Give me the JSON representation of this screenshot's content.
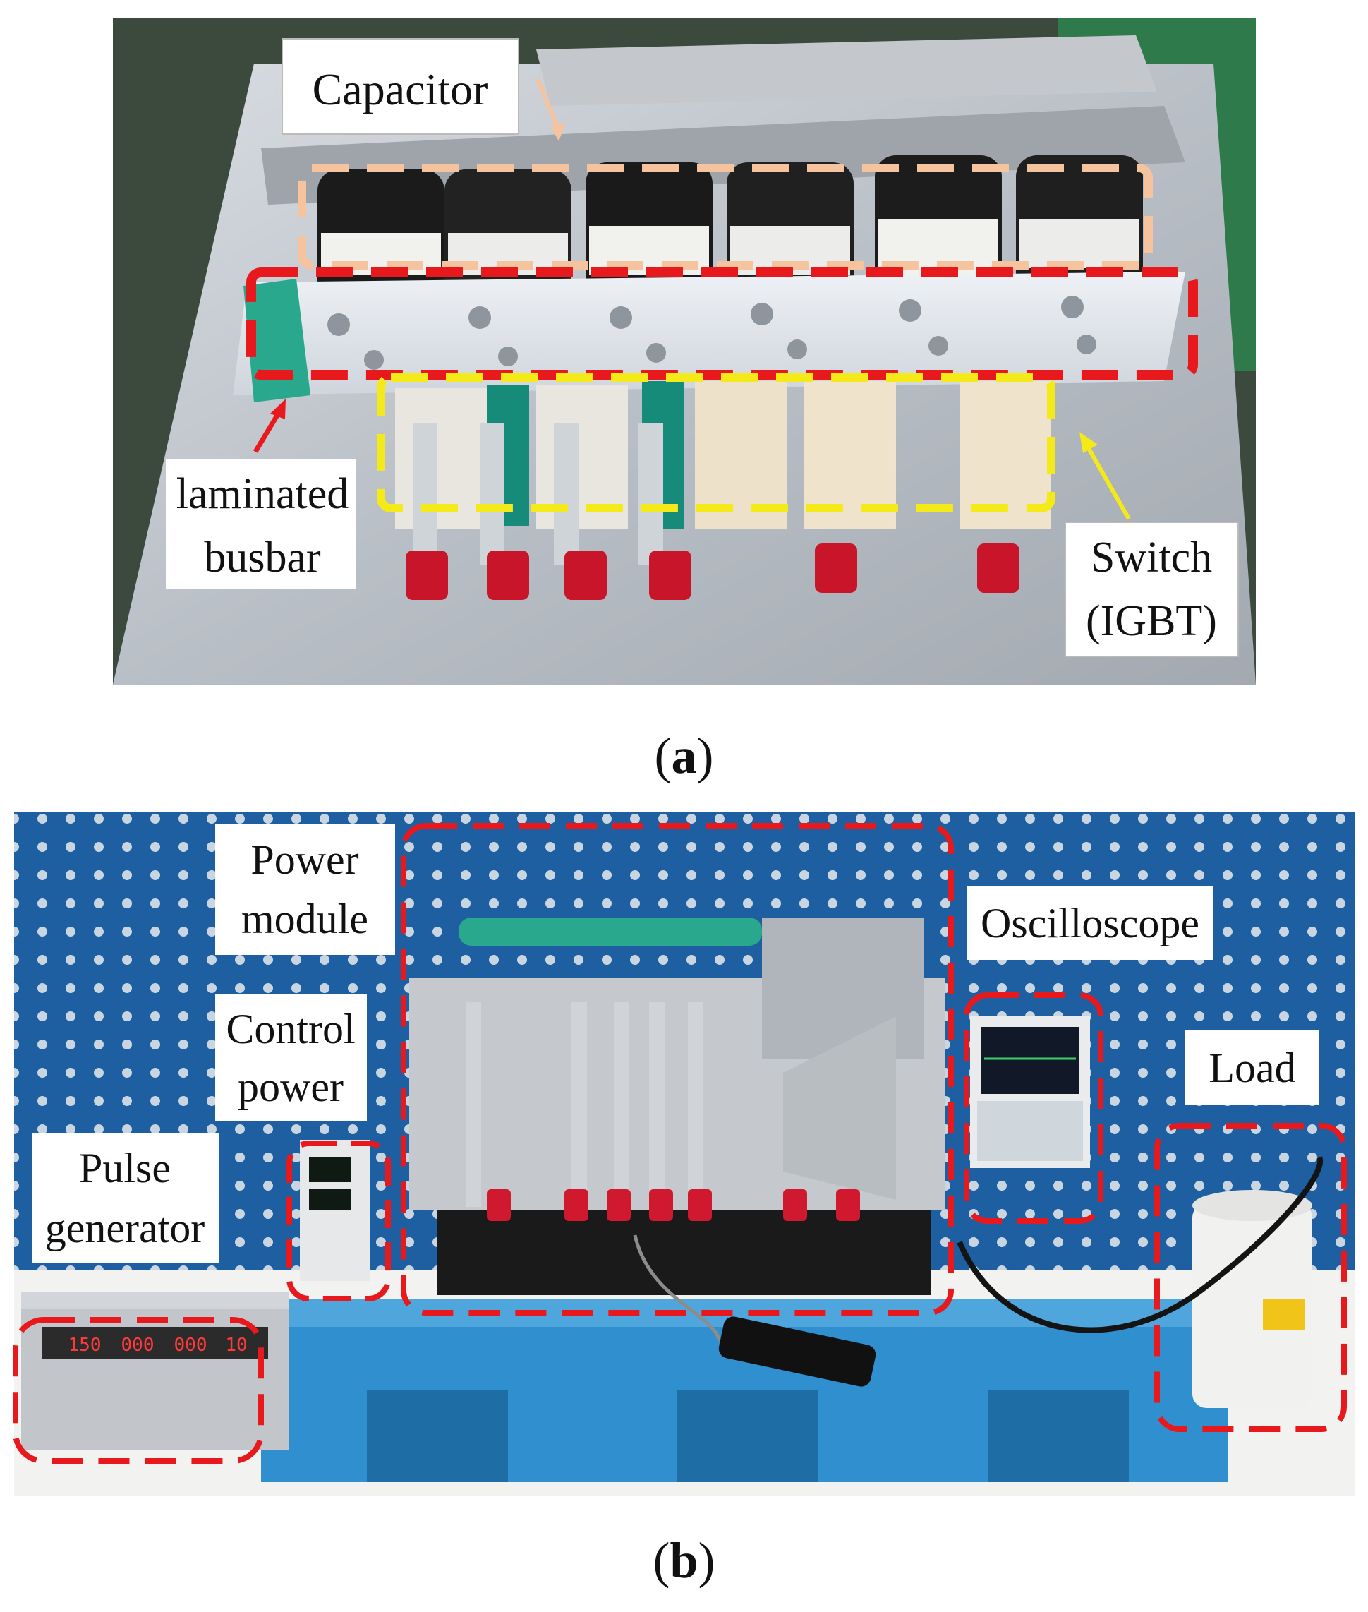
{
  "panel_a": {
    "caption_letter": "a",
    "labels": {
      "capacitor": "Capacitor",
      "laminated_line1": "laminated",
      "laminated_line2": "busbar",
      "switch_line1": "Switch",
      "switch_line2": "(IGBT)"
    },
    "colors": {
      "capacitor_box": "#f5c39e",
      "busbar_box": "#e8191c",
      "switch_box": "#f4ea1a"
    }
  },
  "panel_b": {
    "caption_letter": "b",
    "labels": {
      "power_line1": "Power",
      "power_line2": "module",
      "oscilloscope": "Oscilloscope",
      "control_line1": "Control",
      "control_line2": "power",
      "load": "Load",
      "pulse_line1": "Pulse",
      "pulse_line2": "generator"
    },
    "pulse_display": [
      "150",
      "000",
      "000",
      "10"
    ],
    "colors": {
      "dashed_box": "#e8191c",
      "pallet": "#2f8fcf",
      "wall": "#1d5fa0"
    }
  }
}
